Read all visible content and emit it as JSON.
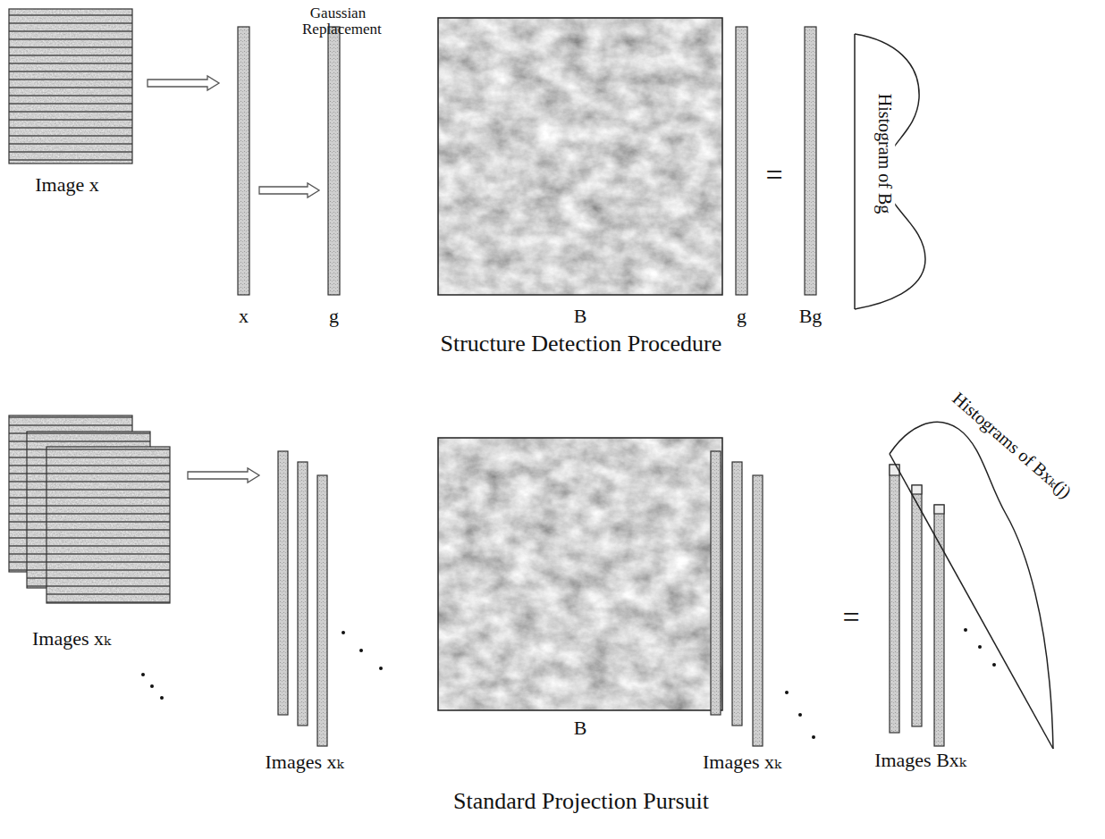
{
  "diagram": {
    "nodes": [
      {
        "text": [
          "Image x"
        ]
      },
      {
        "text": [
          "x"
        ]
      },
      {
        "text": [
          "g"
        ]
      },
      {
        "text": [
          "B"
        ]
      },
      {
        "text": [
          "g"
        ]
      },
      {
        "text": [
          "Bg"
        ]
      },
      {
        "text": [
          "Images xₖ"
        ]
      },
      {
        "text": [
          "Images xₖ"
        ]
      },
      {
        "text": [
          "B"
        ]
      },
      {
        "text": [
          "Images xₖ"
        ]
      },
      {
        "text": [
          "Images Bxₖ"
        ]
      }
    ],
    "edges": [
      {
        "from": 0,
        "to": 1,
        "arrow": "to"
      },
      {
        "from": 1,
        "to": 2,
        "arrow": "to"
      },
      {
        "from": 6,
        "to": 7,
        "arrow": "to"
      }
    ],
    "labels": [
      "Gaussian Replacement",
      "=",
      "Histogram of Bg",
      "Structure Detection Procedure",
      "=",
      "Histograms of Bxₖ(j)",
      "Standard Projection Pursuit"
    ]
  }
}
